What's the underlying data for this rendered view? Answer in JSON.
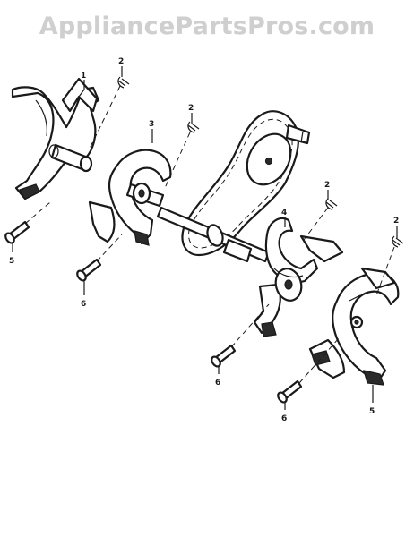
{
  "watermark": "AppliancePartsPros.com",
  "callouts": {
    "c1": "1",
    "c2a": "2",
    "c2b": "2",
    "c2c": "2",
    "c2d": "2",
    "c3": "3",
    "c4": "4",
    "c5a": "5",
    "c5b": "5",
    "c6a": "6",
    "c6b": "6",
    "c6c": "6"
  }
}
